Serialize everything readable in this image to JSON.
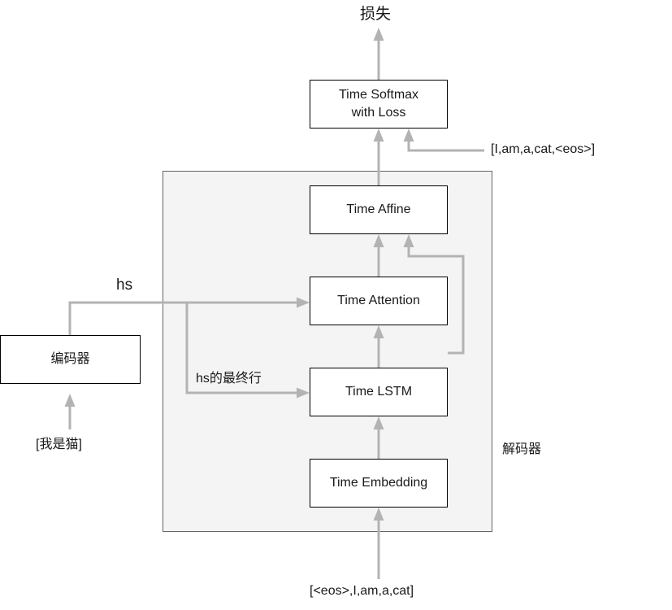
{
  "diagram": {
    "title_top": "损失",
    "panel_label": "解码器",
    "encoder": {
      "label": "编码器",
      "input": "[我是猫]",
      "output_label": "hs"
    },
    "decoder_nodes": [
      {
        "id": "time-softmax-with-loss",
        "label": "Time Softmax\nwith Loss"
      },
      {
        "id": "time-affine",
        "label": "Time Affine"
      },
      {
        "id": "time-attention",
        "label": "Time Attention"
      },
      {
        "id": "time-lstm",
        "label": "Time LSTM"
      },
      {
        "id": "time-embedding",
        "label": "Time Embedding"
      }
    ],
    "edge_labels": {
      "hs_final_row": "hs的最终行"
    },
    "sequences": {
      "teacher_labels": "[I,am,a,cat,<eos>]",
      "decoder_input": "[<eos>,I,am,a,cat]"
    },
    "colors": {
      "arrow": "#b3b3b3",
      "panel_fill": "#f4f4f4",
      "panel_border": "#666666",
      "node_border": "#000000",
      "text": "#1a1a1a",
      "background": "#ffffff"
    }
  }
}
